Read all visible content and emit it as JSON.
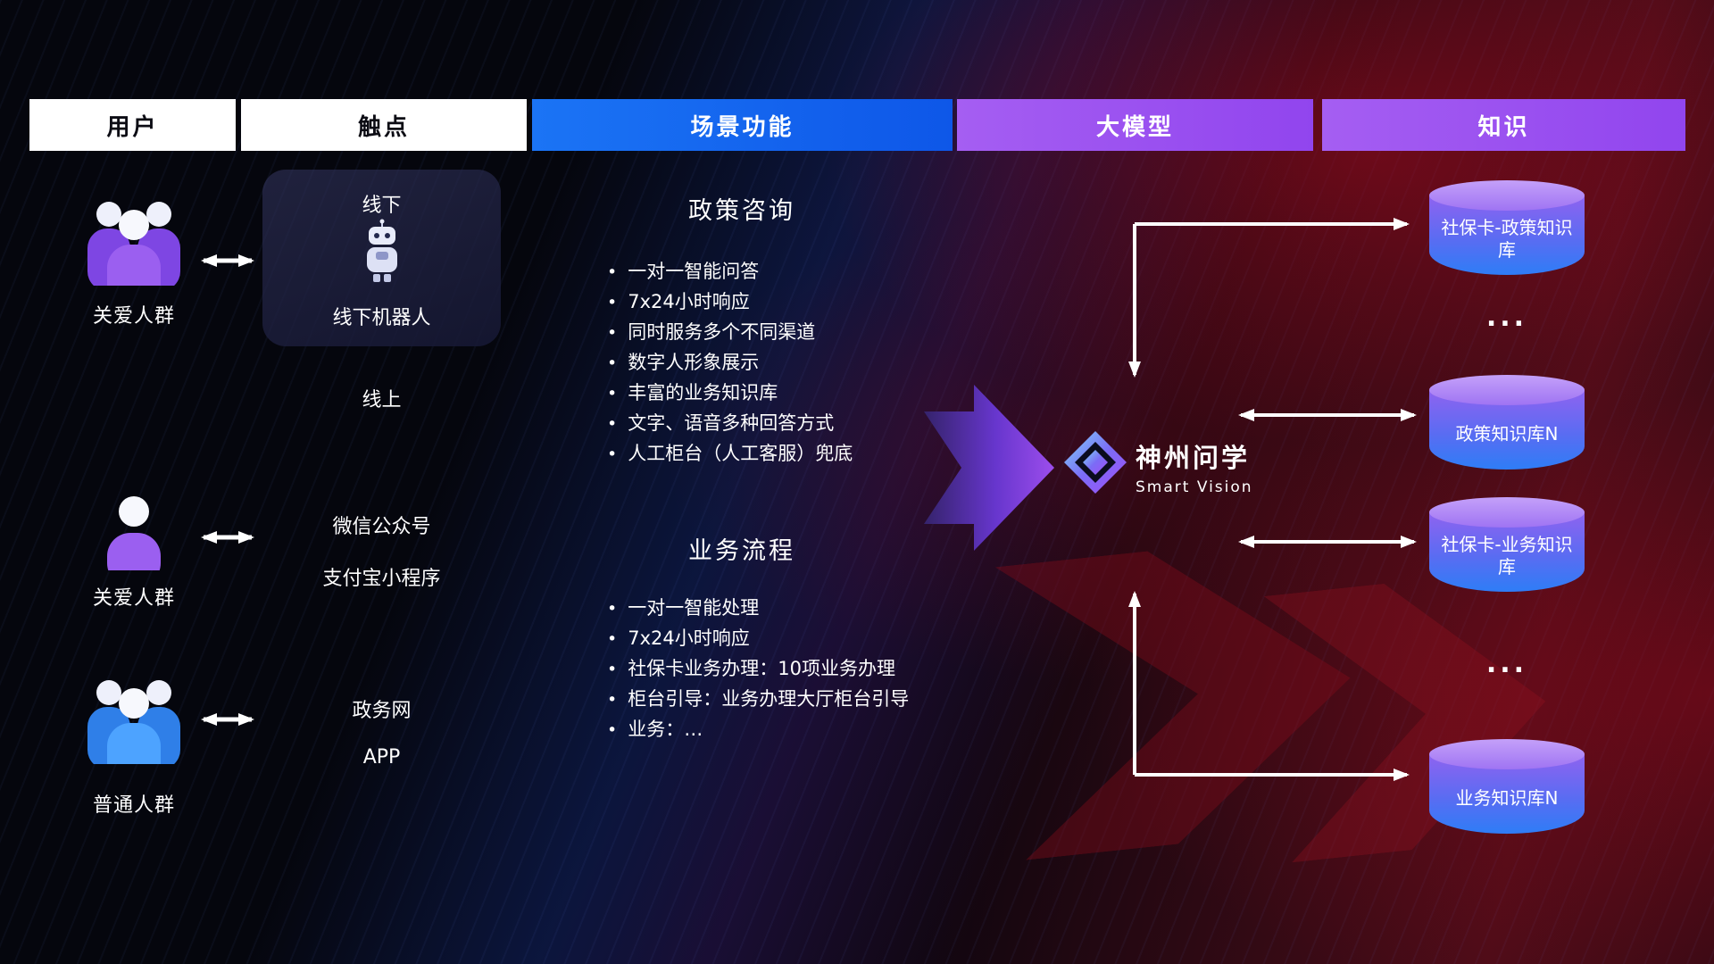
{
  "header": {
    "columns": [
      {
        "label": "用户"
      },
      {
        "label": "触点"
      },
      {
        "label": "场景功能"
      },
      {
        "label": "大模型"
      },
      {
        "label": "知识"
      }
    ]
  },
  "users": {
    "groups": [
      {
        "label": "关爱人群"
      },
      {
        "label": "关爱人群"
      },
      {
        "label": "普通人群"
      }
    ]
  },
  "touchpoints": {
    "offline_title": "线下",
    "offline_robot": "线下机器人",
    "online_title": "线上",
    "channels": [
      "微信公众号",
      "支付宝小程序",
      "政务网",
      "APP"
    ]
  },
  "scenarios": [
    {
      "title": "政策咨询",
      "items": [
        "一对一智能问答",
        "7x24小时响应",
        "同时服务多个不同渠道",
        "数字人形象展示",
        "丰富的业务知识库",
        "文字、语音多种回答方式",
        "人工柜台（人工客服）兜底"
      ]
    },
    {
      "title": "业务流程",
      "items": [
        "一对一智能处理",
        "7x24小时响应",
        "社保卡业务办理：10项业务办理",
        "柜台引导：业务办理大厅柜台引导",
        "业务：…"
      ]
    }
  ],
  "model": {
    "name": "神州问学",
    "subtitle": "Smart Vision"
  },
  "knowledge": {
    "cylinders": [
      "社保卡-政策知识库",
      "政策知识库N",
      "社保卡-业务知识库",
      "业务知识库N"
    ],
    "ellipsis": "..."
  },
  "colors": {
    "header_blue": "#1668f0",
    "header_purple": "#a055f0",
    "cylinder_top": "#b793f7",
    "cylinder_bottom": "#2e7df6",
    "flow_arrow_purple": "#9b4df2",
    "user_purple": "#9b5ff0",
    "user_blue": "#4da3ff"
  }
}
